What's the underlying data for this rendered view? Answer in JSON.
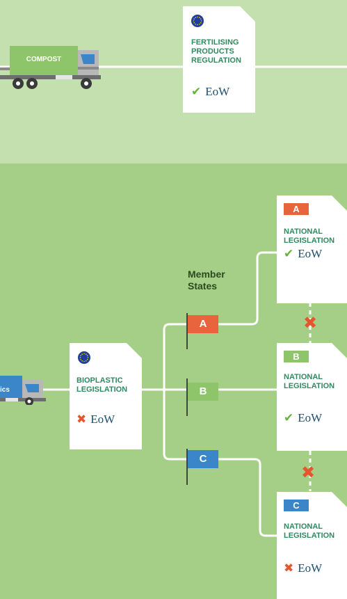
{
  "colors": {
    "top_panel": "#c3e0ae",
    "bottom_panel": "#a5cf87",
    "doc_title": "#2f8a5f",
    "check": "#6ab23e",
    "cross": "#e4572e",
    "state_a": "#e8643c",
    "state_b": "#8fc56a",
    "state_c": "#3b86c9"
  },
  "top": {
    "truck_label": "COMPOST",
    "doc": {
      "icon": "eu-flag-icon",
      "title": "FERTILISING PRODUCTS REGULATION",
      "status_icon": "check-icon",
      "status_text": "EoW"
    }
  },
  "bottom": {
    "truck_label": "ics",
    "doc": {
      "icon": "eu-flag-icon",
      "title": "BIOPLASTIC LEGISLATION",
      "status_icon": "cross-icon",
      "status_text": "EoW"
    },
    "member_states_label": "Member States",
    "flags": [
      {
        "label": "A"
      },
      {
        "label": "B"
      },
      {
        "label": "C"
      }
    ],
    "national_docs": [
      {
        "badge": "A",
        "title": "NATIONAL LEGISLATION",
        "status_icon": "check-icon",
        "status_text": "EoW"
      },
      {
        "badge": "B",
        "title": "NATIONAL LEGISLATION",
        "status_icon": "check-icon",
        "status_text": "EoW"
      },
      {
        "badge": "C",
        "title": "NATIONAL LEGISLATION",
        "status_icon": "cross-icon",
        "status_text": "EoW"
      }
    ],
    "mismatch_icons": [
      "cross-icon",
      "cross-icon"
    ]
  },
  "glyphs": {
    "check": "✔",
    "cross": "✖"
  }
}
